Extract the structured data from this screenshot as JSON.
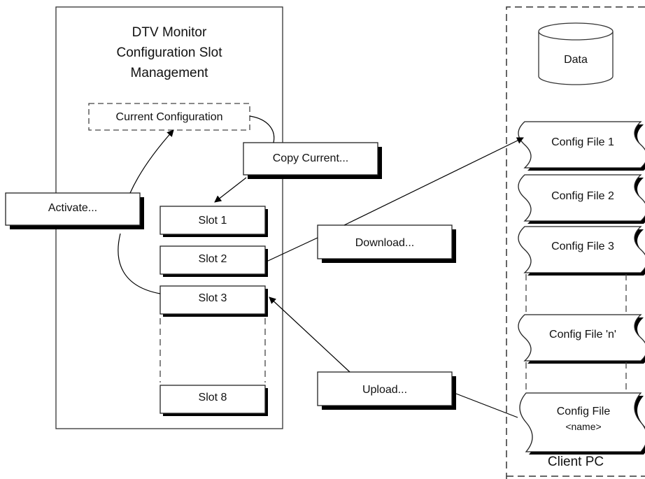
{
  "monitor": {
    "title_lines": [
      "DTV Monitor",
      "Configuration Slot",
      "Management"
    ],
    "current_configuration": "Current Configuration",
    "slots": [
      "Slot 1",
      "Slot 2",
      "Slot 3",
      "Slot 8"
    ]
  },
  "actions": {
    "activate": "Activate...",
    "copy_current": "Copy Current...",
    "download": "Download...",
    "upload": "Upload..."
  },
  "client_pc": {
    "label": "Client PC",
    "data_store": "Data",
    "files": [
      "Config File 1",
      "Config File 2",
      "Config File 3",
      "Config File 'n'"
    ],
    "named_file_lines": [
      "Config File",
      "<name>"
    ]
  },
  "colors": {
    "stroke": "#1a1a1a",
    "shadow": "#000000",
    "fill": "#ffffff"
  },
  "icons": [
    "cylinder-data-store-icon",
    "document-wave-icon",
    "arrowhead-icon"
  ]
}
